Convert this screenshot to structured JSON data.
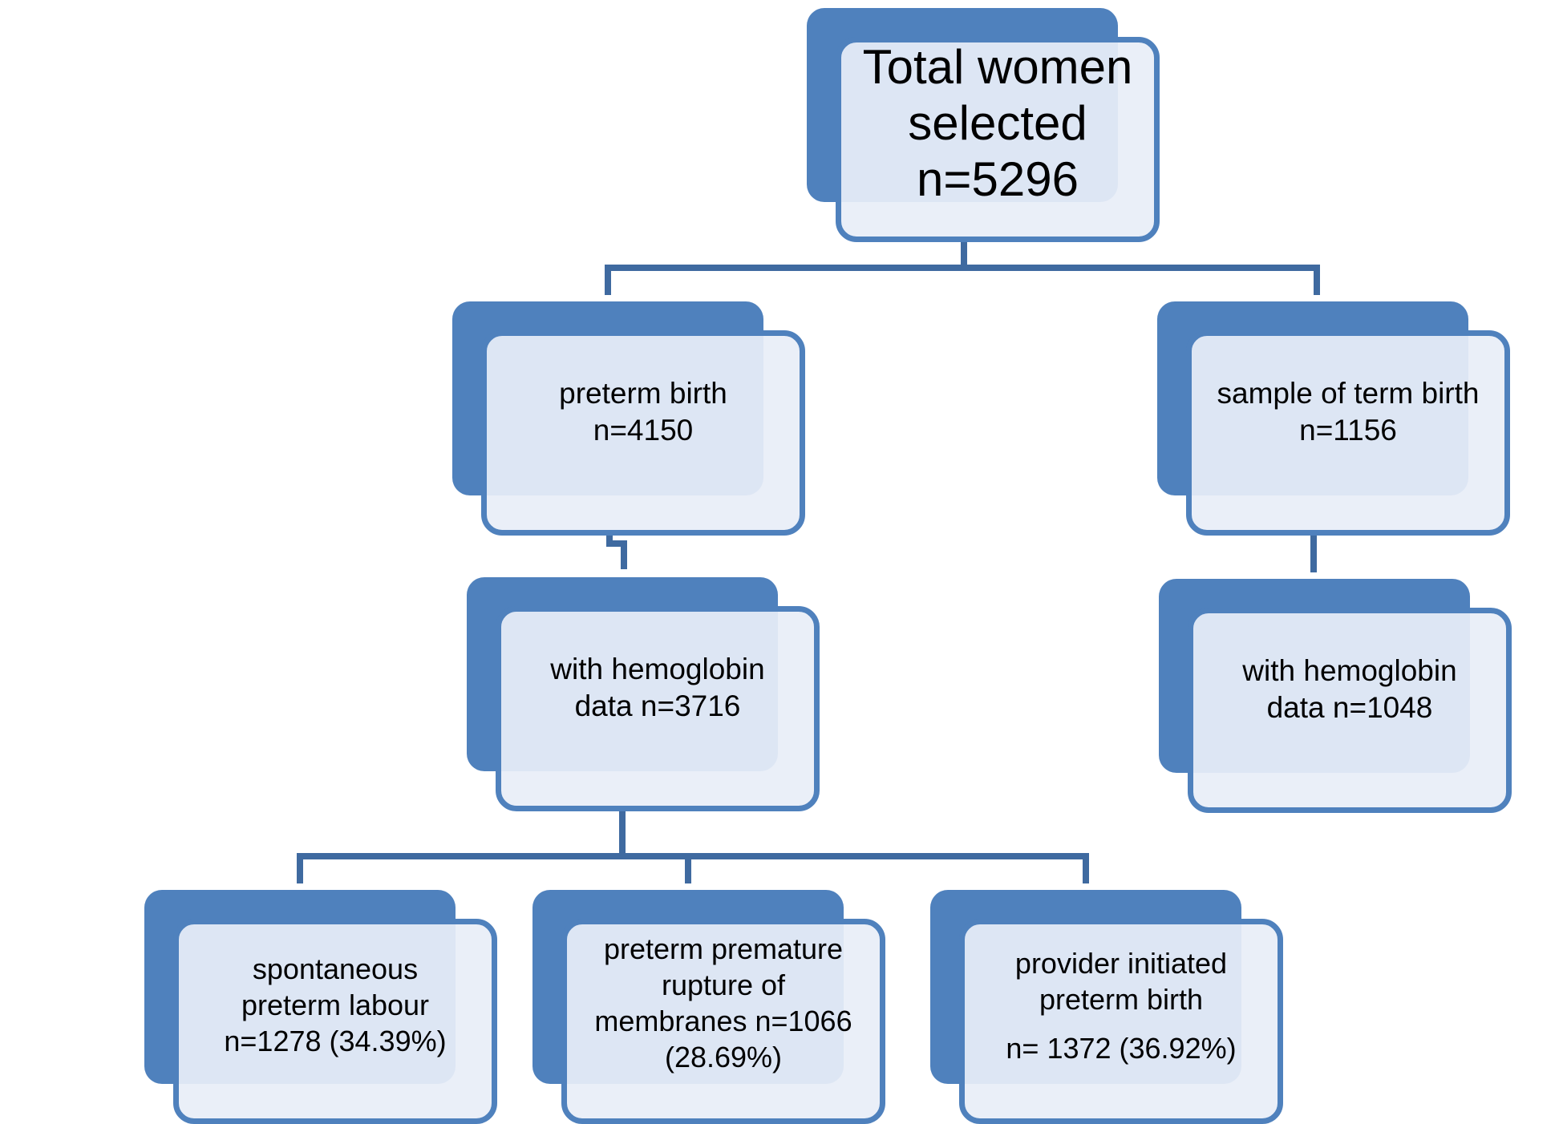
{
  "nodes": {
    "total": {
      "lines": [
        "Total women",
        "selected",
        "n=5296"
      ]
    },
    "preterm": {
      "lines": [
        "preterm birth",
        "n=4150"
      ]
    },
    "term": {
      "lines": [
        "sample of term birth",
        "n=1156"
      ]
    },
    "preterm_hb": {
      "lines": [
        "with hemoglobin",
        "data n=3716"
      ]
    },
    "term_hb": {
      "lines": [
        "with hemoglobin",
        "data n=1048"
      ]
    },
    "spontaneous": {
      "lines": [
        "spontaneous",
        "preterm labour",
        "n=1278 (34.39%)"
      ]
    },
    "prom": {
      "lines": [
        "preterm premature",
        "rupture of",
        "membranes n=1066",
        "(28.69%)"
      ]
    },
    "provider": {
      "lines": [
        "provider initiated",
        "preterm birth",
        "n= 1372 (36.92%)"
      ]
    }
  },
  "colors": {
    "box_fill": "#4f81bd",
    "box_face": "#e8eef8",
    "connector": "#3f6aa0"
  }
}
